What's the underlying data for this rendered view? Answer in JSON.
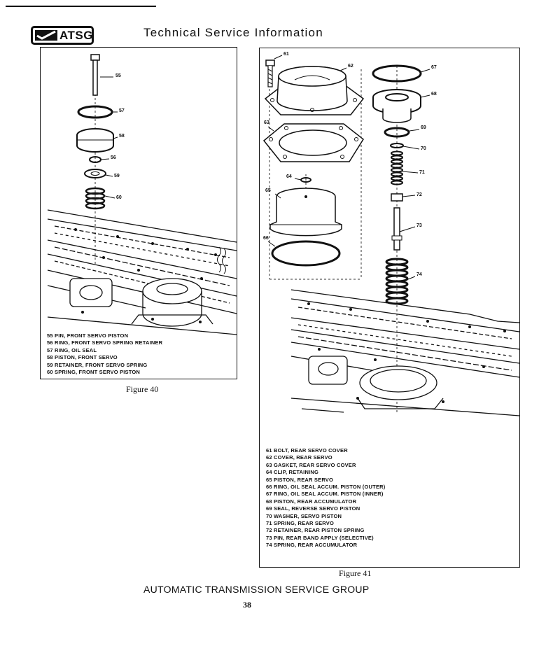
{
  "header": {
    "logo_text": "ATSG",
    "title": "Technical Service Information"
  },
  "figure40": {
    "caption": "Figure 40",
    "callouts": [
      "55",
      "57",
      "58",
      "56",
      "59",
      "60"
    ],
    "legend": [
      "55  PIN, FRONT SERVO PISTON",
      "56  RING, FRONT SERVO SPRING RETAINER",
      "57  RING, OIL SEAL",
      "58  PISTON, FRONT SERVO",
      "59  RETAINER, FRONT SERVO SPRING",
      "60  SPRING, FRONT SERVO PISTON"
    ]
  },
  "figure41": {
    "caption": "Figure 41",
    "callouts": [
      "61",
      "62",
      "63",
      "64",
      "65",
      "66",
      "67",
      "68",
      "69",
      "70",
      "71",
      "72",
      "73",
      "74"
    ],
    "legend": [
      "61  BOLT, REAR SERVO COVER",
      "62  COVER, REAR SERVO",
      "63  GASKET, REAR SERVO COVER",
      "64  CLIP, RETAINING",
      "65  PISTON, REAR SERVO",
      "66  RING, OIL SEAL ACCUM. PISTON (OUTER)",
      "67  RING, OIL SEAL ACCUM. PISTON (INNER)",
      "68  PISTON, REAR ACCUMULATOR",
      "69  SEAL, REVERSE SERVO PISTON",
      "70  WASHER, SERVO PISTON",
      "71  SPRING, REAR SERVO",
      "72  RETAINER, REAR PISTON SPRING",
      "73  PIN, REAR BAND APPLY (SELECTIVE)",
      "74  SPRING, REAR ACCUMULATOR"
    ]
  },
  "footer": {
    "org": "AUTOMATIC TRANSMISSION SERVICE GROUP",
    "page_number": "38"
  }
}
